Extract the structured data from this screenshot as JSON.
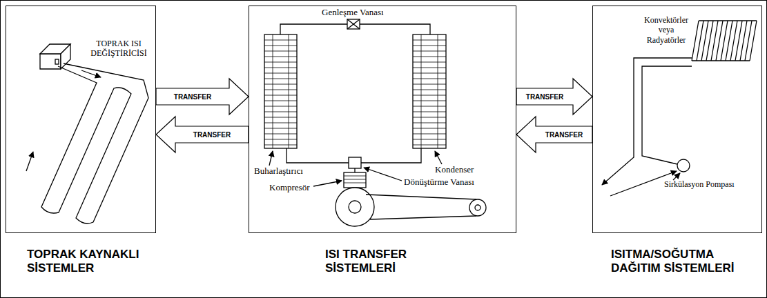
{
  "diagram": {
    "nodes": [
      {
        "text": [
          "TOPRAK KAYNAKLI SİSTEMLER"
        ]
      },
      {
        "text": [
          "ISI TRANSFER SİSTEMLERİ"
        ]
      },
      {
        "text": [
          "ISITMA/SOĞUTMA DAĞITIM SİSTEMLERİ"
        ]
      }
    ],
    "edges": [
      {
        "from": 0,
        "to": 1,
        "label": "TRANSFER",
        "arrow": "to"
      },
      {
        "from": 1,
        "to": 0,
        "label": "TRANSFER",
        "arrow": "to"
      },
      {
        "from": 1,
        "to": 2,
        "label": "TRANSFER",
        "arrow": "to"
      },
      {
        "from": 2,
        "to": 1,
        "label": "TRANSFER",
        "arrow": "to"
      }
    ],
    "labels": [
      "TOPRAK ISI DEĞİŞTİRİCİSİ",
      "Genleşme Vanası",
      "Buharlaştırıcı",
      "Kondenser",
      "Kompresör",
      "Dönüştürme Vanası",
      "Konvektörler veya Radyatörler",
      "Sirkülasyon Pompası"
    ]
  }
}
